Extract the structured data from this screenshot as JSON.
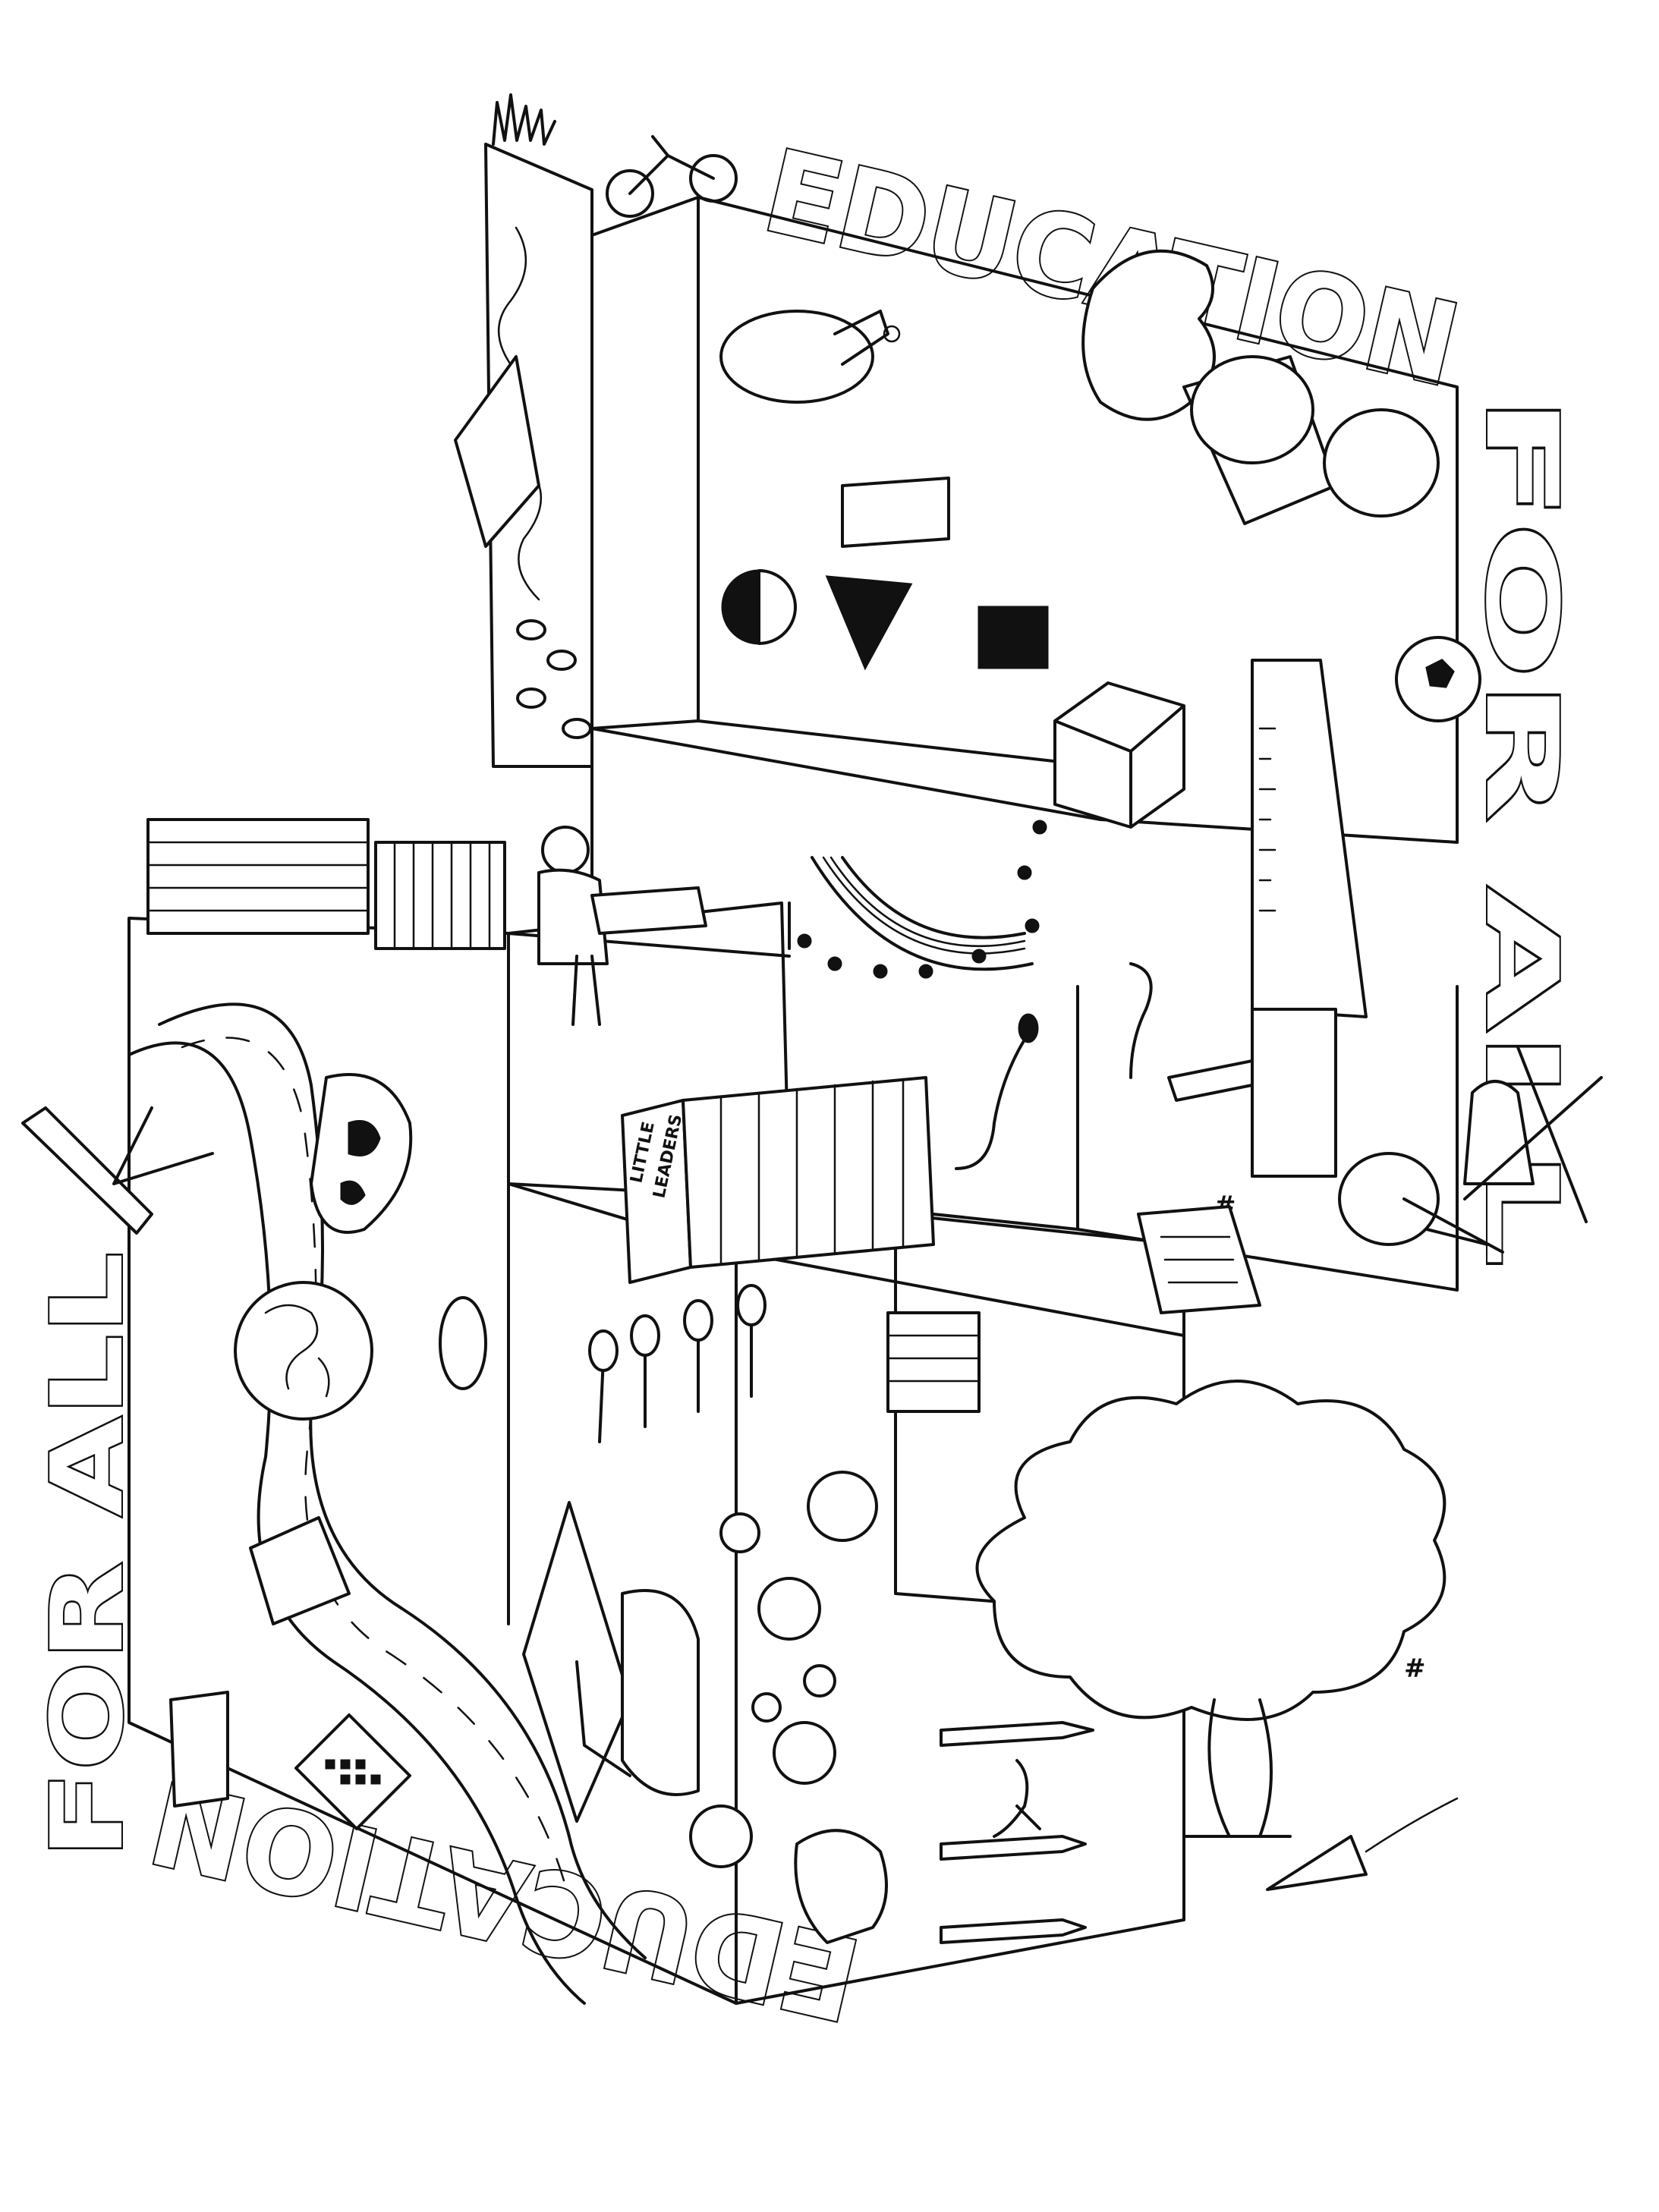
{
  "illustration": {
    "title_top": "EDUCATION",
    "title_right": "FOR ALL",
    "title_left": "FOR ALL",
    "title_bottom": "EDUCATION",
    "book_spine_line1": "LITTLE",
    "book_spine_line2": "LEADERS",
    "line_color": "#111111",
    "background_color": "#ffffff"
  }
}
